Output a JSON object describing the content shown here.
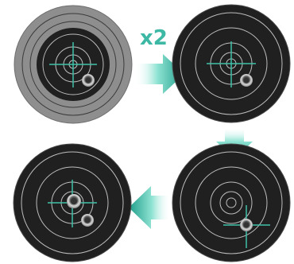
{
  "zoom_label": "x2",
  "colors": {
    "accent": "#3db8a4",
    "arrow_light": "#8fe3d3",
    "arrow_dark": "#1f9d8a",
    "label": "#3db8a4",
    "outer_gray": "#8e8e8e",
    "target_black": "#202020",
    "ring_line": "#c8c8c8",
    "crosshair": "#3fc1a8"
  },
  "steps": [
    {
      "id": "initial",
      "description": "target-with-gray-outer-ring"
    },
    {
      "id": "zoomed",
      "description": "target-zoomed-2x"
    },
    {
      "id": "adjusted",
      "description": "crosshair-moved-to-hole"
    },
    {
      "id": "result",
      "description": "new-hole-at-center"
    }
  ]
}
